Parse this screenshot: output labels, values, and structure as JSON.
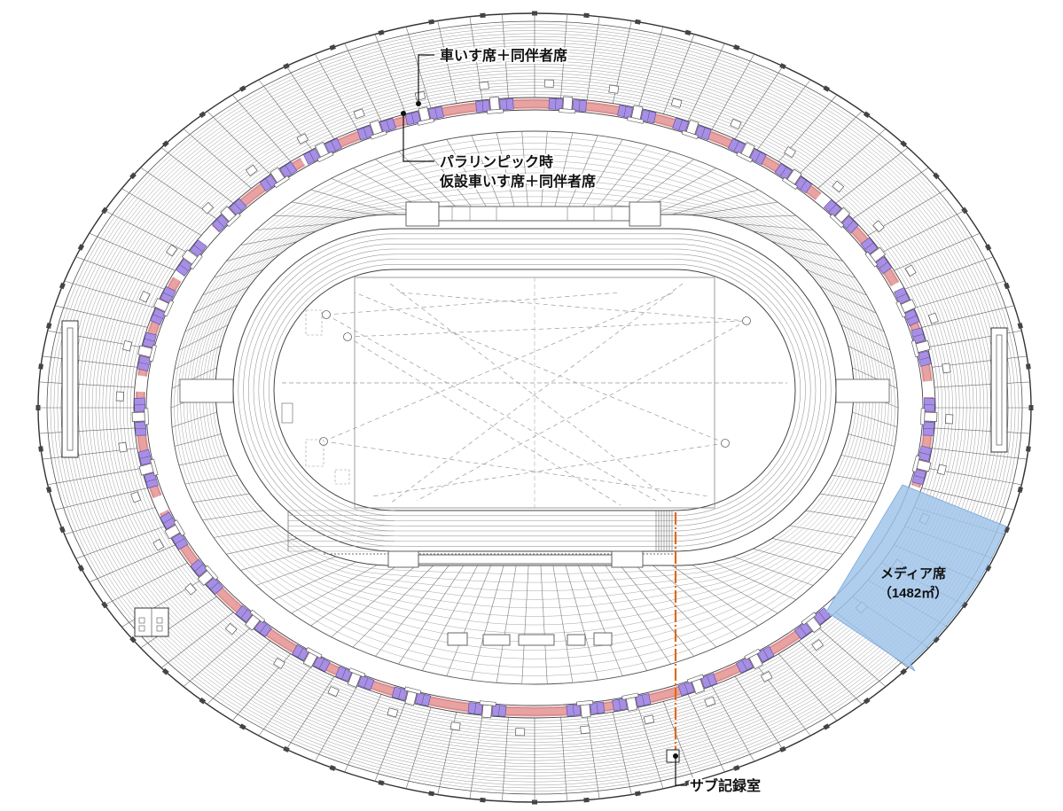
{
  "labels": {
    "wheelchair_seats": "車いす席＋同伴者席",
    "paralympic_line1": "パラリンピック時",
    "paralympic_line2": "仮設車いす席＋同伴者席",
    "media_seats": "メディア席",
    "media_area": "（1482㎡）",
    "sub_record_room": "サブ記録室"
  },
  "colors": {
    "media_area": "#9ec3ea",
    "wheelchair_seat": "#a78fe4",
    "temporary_band": "#e9a2a2",
    "sub_record_line": "#e0681a",
    "linework": "#555555"
  }
}
